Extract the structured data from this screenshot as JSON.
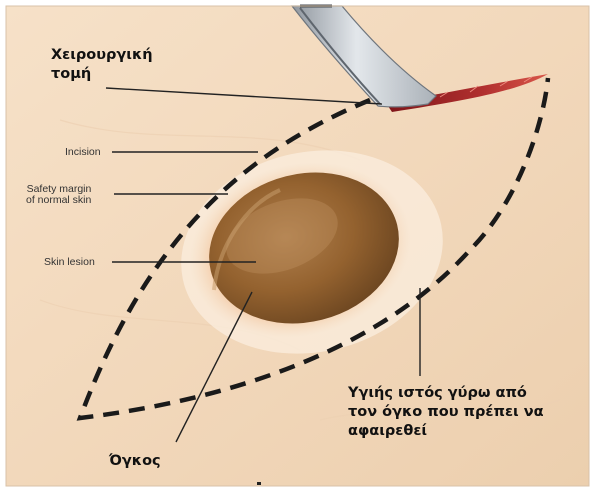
{
  "figure": {
    "colors": {
      "skin": "#f3dcc2",
      "lesion": "#9a6a3c",
      "lesion_dark": "#6b4520",
      "dashed_outline": "#1a1a1a",
      "incision_red": "#a3222a",
      "scalpel_steel": "#c9ced4"
    },
    "icons": [
      "scalpel-icon"
    ]
  },
  "labels_en": {
    "incision": "Incision",
    "safety_margin": [
      "Safety margin",
      "of normal skin"
    ],
    "skin_lesion": "Skin lesion"
  },
  "labels_el": {
    "surgical_incision": [
      "Χειρουργική",
      "τομή"
    ],
    "tumor": "Όγκος",
    "healthy_tissue": [
      "Υγιής ιστός γύρω από",
      "τον όγκο που πρέπει να",
      "αφαιρεθεί"
    ]
  }
}
